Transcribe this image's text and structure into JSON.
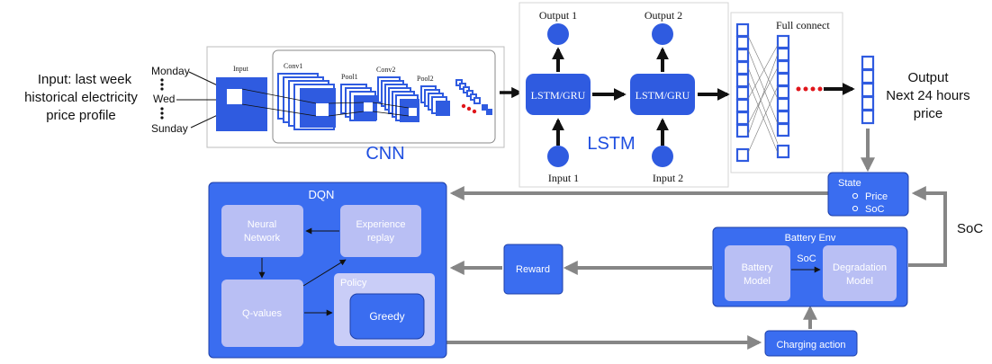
{
  "input_caption": [
    "Input: last week",
    "historical electricity",
    "price profile"
  ],
  "days": {
    "monday": "Monday",
    "wed": "Wed",
    "sunday": "Sunday"
  },
  "cnn": {
    "label": "CNN",
    "layers": {
      "input": "Input",
      "conv1": "Conv1",
      "pool1": "Pool1",
      "conv2": "Conv2",
      "pool2": "Pool2"
    }
  },
  "lstm": {
    "label": "LSTM",
    "cell1": "LSTM/GRU",
    "cell2": "LSTM/GRU",
    "output1": "Output 1",
    "output2": "Output 2",
    "input1": "Input 1",
    "input2": "Input 2"
  },
  "fc": {
    "label": "Full connect"
  },
  "output_caption": [
    "Output",
    "Next 24 hours",
    "price"
  ],
  "state": {
    "title": "State",
    "items": [
      "Price",
      "SoC"
    ]
  },
  "soc_side_label": "SoC",
  "dqn": {
    "title": "DQN",
    "neural_network": [
      "Neural",
      "Network"
    ],
    "experience_replay": [
      "Experience",
      "replay"
    ],
    "q_values": "Q-values",
    "policy": "Policy",
    "greedy": "Greedy"
  },
  "reward": "Reward",
  "battery_env": {
    "title": "Battery Env",
    "battery_model": [
      "Battery",
      "Model"
    ],
    "soc": "SoC",
    "degradation_model": [
      "Degradation",
      "Model"
    ]
  },
  "charging_action": "Charging action",
  "colors": {
    "blue": "#3a6df0",
    "blue_dark": "#2453d6",
    "panel_light": "#b9bff4",
    "panel_mid": "#c9cdf7",
    "arrow_gray": "#868686",
    "cnn_blue": "#2f5be0",
    "text_blue": "#1f4fe0"
  }
}
